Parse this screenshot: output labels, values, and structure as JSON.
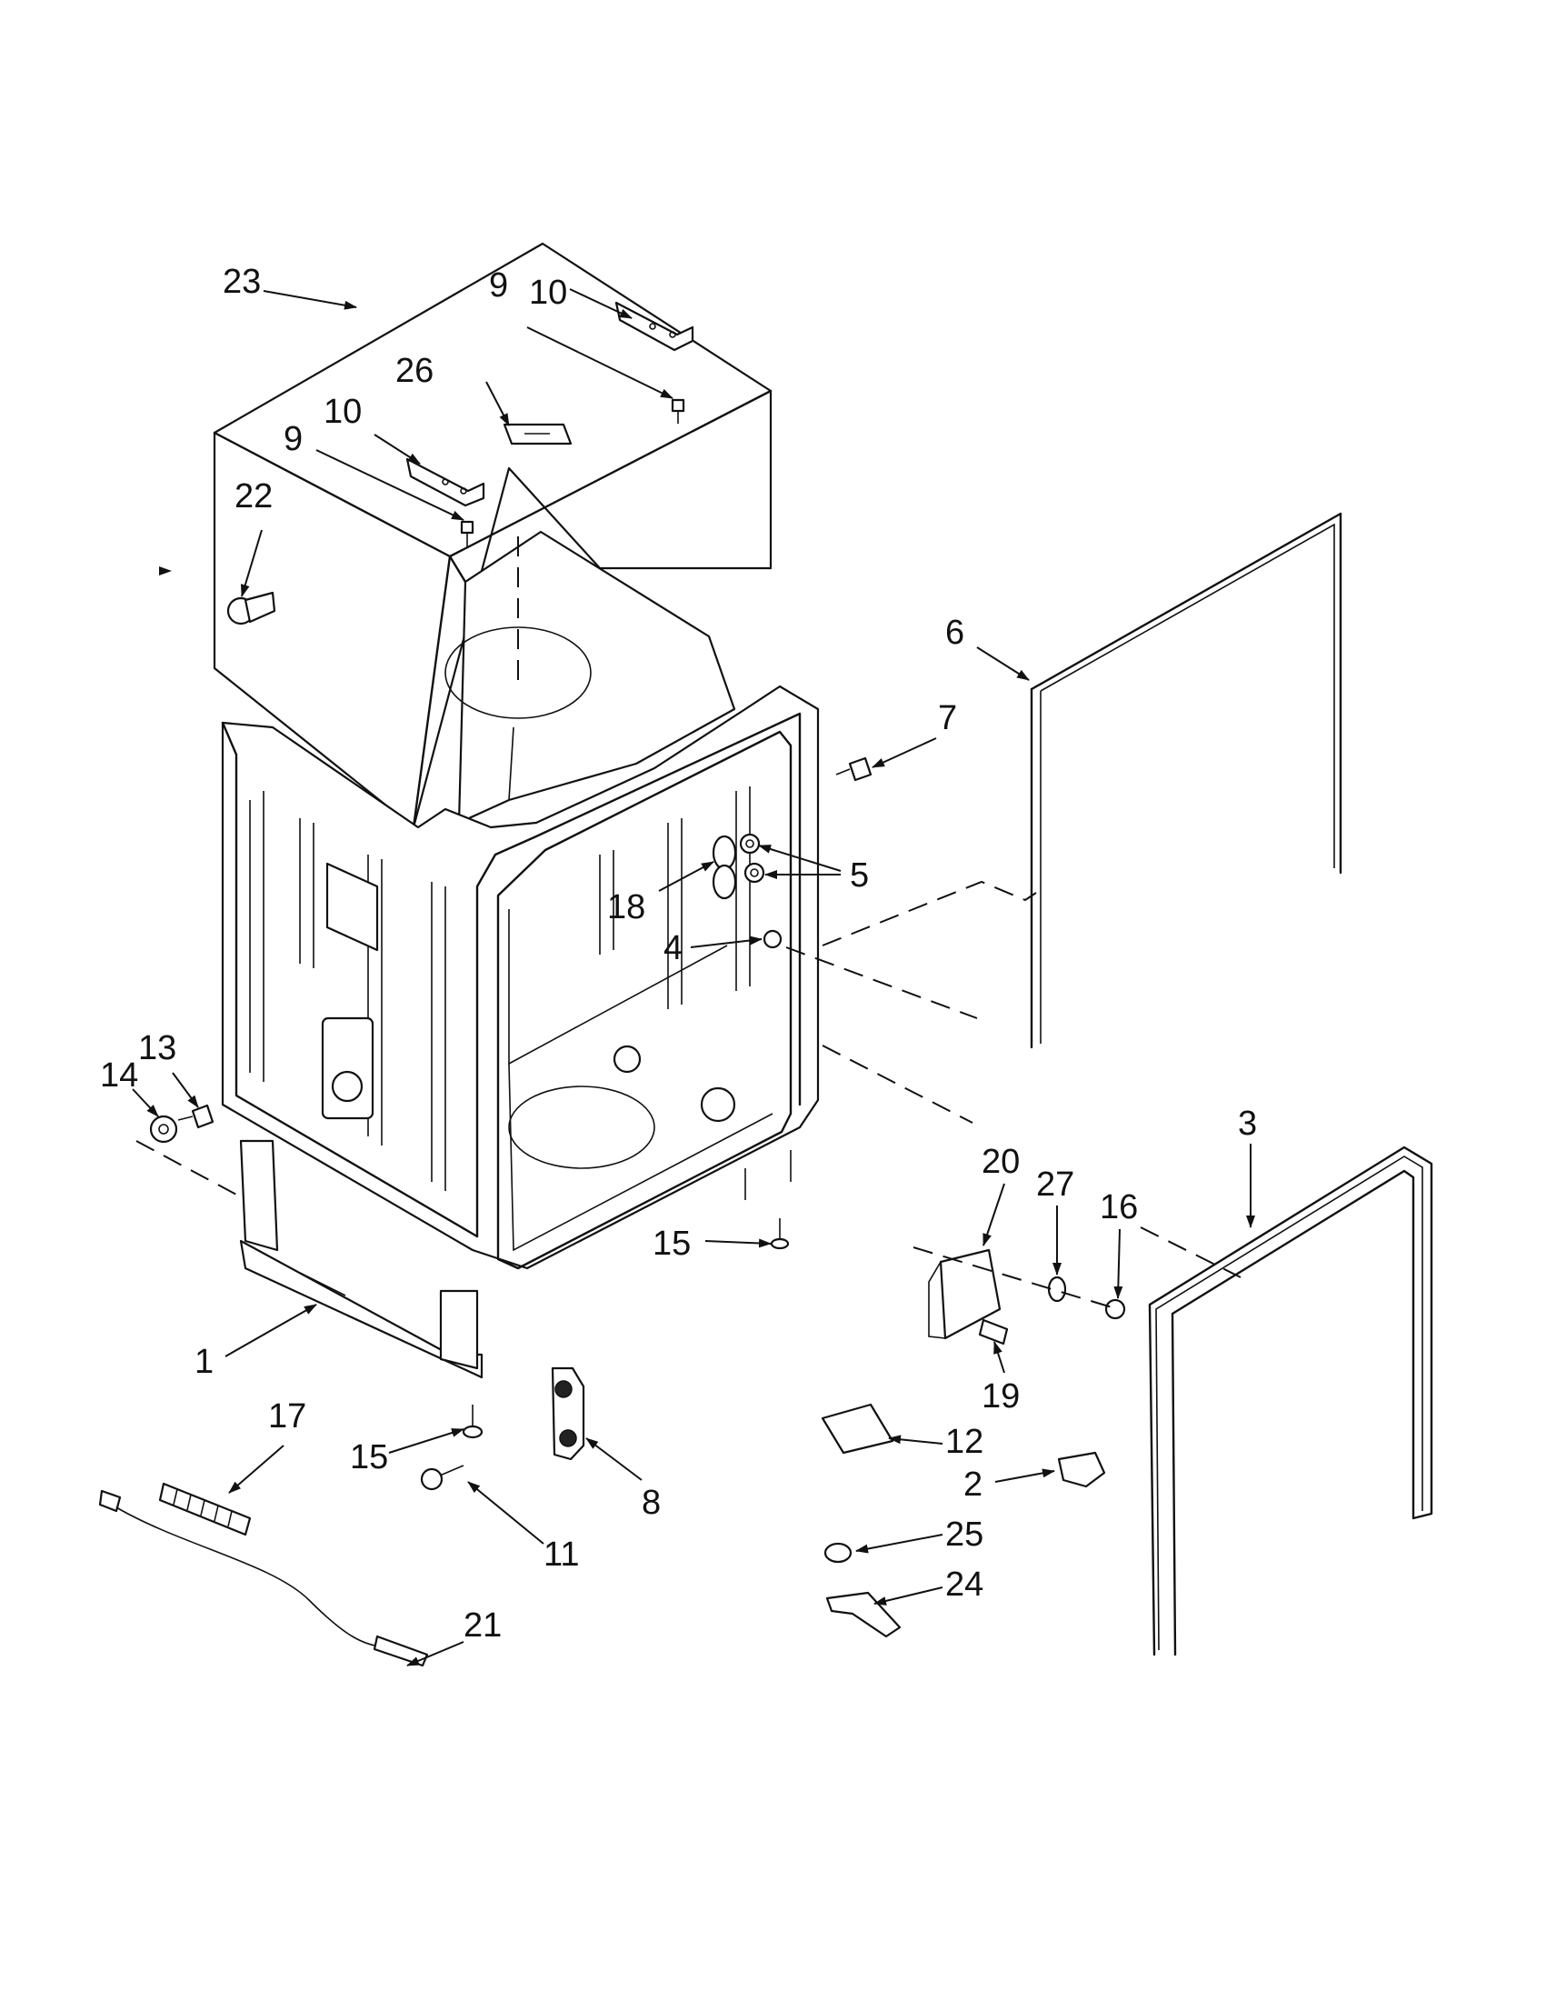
{
  "callouts": [
    {
      "id": "1",
      "label": "1"
    },
    {
      "id": "2",
      "label": "2"
    },
    {
      "id": "3",
      "label": "3"
    },
    {
      "id": "4",
      "label": "4"
    },
    {
      "id": "5",
      "label": "5"
    },
    {
      "id": "6",
      "label": "6"
    },
    {
      "id": "7",
      "label": "7"
    },
    {
      "id": "8",
      "label": "8"
    },
    {
      "id": "9a",
      "label": "9"
    },
    {
      "id": "9b",
      "label": "9"
    },
    {
      "id": "10a",
      "label": "10"
    },
    {
      "id": "10b",
      "label": "10"
    },
    {
      "id": "11",
      "label": "11"
    },
    {
      "id": "12",
      "label": "12"
    },
    {
      "id": "13",
      "label": "13"
    },
    {
      "id": "14",
      "label": "14"
    },
    {
      "id": "15a",
      "label": "15"
    },
    {
      "id": "15b",
      "label": "15"
    },
    {
      "id": "16",
      "label": "16"
    },
    {
      "id": "17",
      "label": "17"
    },
    {
      "id": "18",
      "label": "18"
    },
    {
      "id": "19",
      "label": "19"
    },
    {
      "id": "20",
      "label": "20"
    },
    {
      "id": "21",
      "label": "21"
    },
    {
      "id": "22",
      "label": "22"
    },
    {
      "id": "23",
      "label": "23"
    },
    {
      "id": "24",
      "label": "24"
    },
    {
      "id": "25",
      "label": "25"
    },
    {
      "id": "26",
      "label": "26"
    },
    {
      "id": "27",
      "label": "27"
    }
  ]
}
